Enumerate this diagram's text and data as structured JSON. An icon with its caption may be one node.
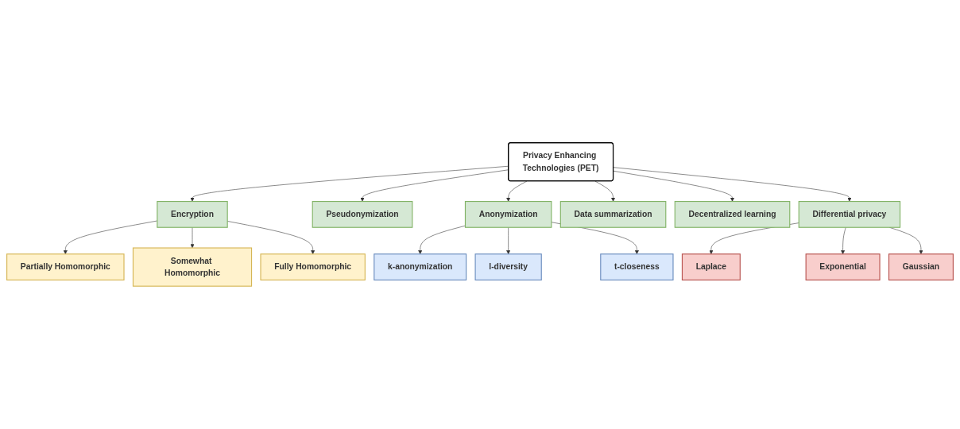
{
  "diagram": {
    "nodes": [
      {
        "text": [
          "Privacy Enhancing Technologies (PET)"
        ]
      },
      {
        "text": [
          "Encryption"
        ]
      },
      {
        "text": [
          "Pseudonymization"
        ]
      },
      {
        "text": [
          "Anonymization"
        ]
      },
      {
        "text": [
          "Data summarization"
        ]
      },
      {
        "text": [
          "Decentralized learning"
        ]
      },
      {
        "text": [
          "Differential privacy"
        ]
      },
      {
        "text": [
          "Partially Homomorphic"
        ]
      },
      {
        "text": [
          "Somewhat Homomorphic"
        ]
      },
      {
        "text": [
          "Fully Homomorphic"
        ]
      },
      {
        "text": [
          "k-anonymization"
        ]
      },
      {
        "text": [
          "l-diversity"
        ]
      },
      {
        "text": [
          "t-closeness"
        ]
      },
      {
        "text": [
          "Laplace"
        ]
      },
      {
        "text": [
          "Exponential"
        ]
      },
      {
        "text": [
          "Gaussian"
        ]
      }
    ],
    "edges": [
      {
        "from": 0,
        "to": 1,
        "arrow": "to"
      },
      {
        "from": 0,
        "to": 2,
        "arrow": "to"
      },
      {
        "from": 0,
        "to": 3,
        "arrow": "to"
      },
      {
        "from": 0,
        "to": 4,
        "arrow": "to"
      },
      {
        "from": 0,
        "to": 5,
        "arrow": "to"
      },
      {
        "from": 0,
        "to": 6,
        "arrow": "to"
      },
      {
        "from": 1,
        "to": 7,
        "arrow": "to"
      },
      {
        "from": 1,
        "to": 8,
        "arrow": "to"
      },
      {
        "from": 1,
        "to": 9,
        "arrow": "to"
      },
      {
        "from": 3,
        "to": 10,
        "arrow": "to"
      },
      {
        "from": 3,
        "to": 11,
        "arrow": "to"
      },
      {
        "from": 3,
        "to": 12,
        "arrow": "to"
      },
      {
        "from": 6,
        "to": 13,
        "arrow": "to"
      },
      {
        "from": 6,
        "to": 14,
        "arrow": "to"
      },
      {
        "from": 6,
        "to": 15,
        "arrow": "to"
      }
    ]
  }
}
